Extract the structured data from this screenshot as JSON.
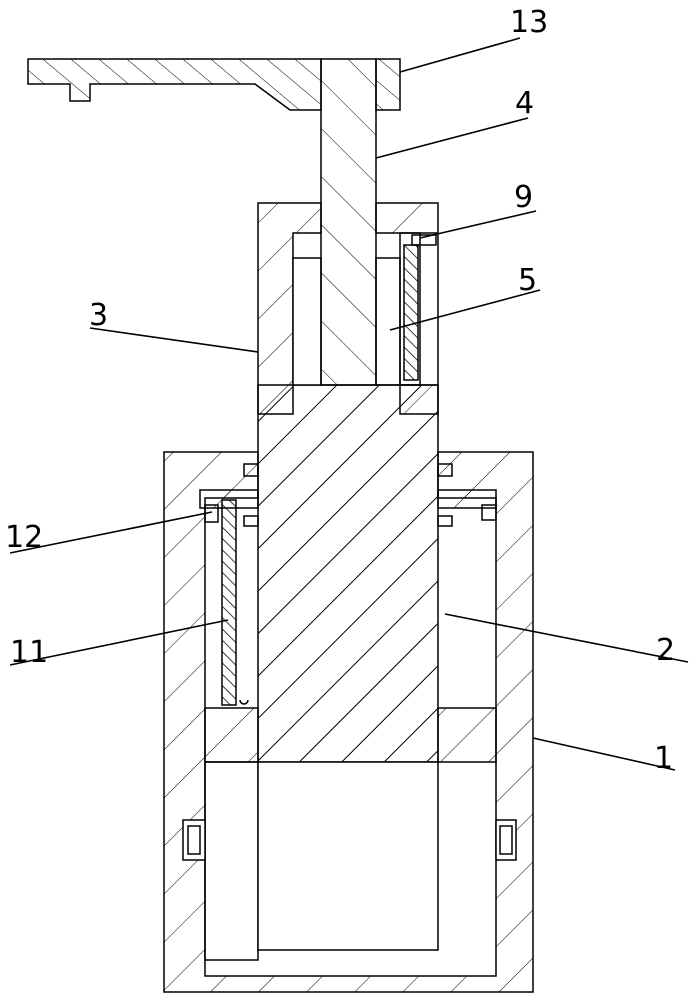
{
  "labels": {
    "l13": "13",
    "l4": "4",
    "l9": "9",
    "l5": "5",
    "l3": "3",
    "l12": "12",
    "l11": "11",
    "l2": "2",
    "l1": "1"
  },
  "colors": {
    "line": "#000000",
    "background": "#ffffff"
  }
}
